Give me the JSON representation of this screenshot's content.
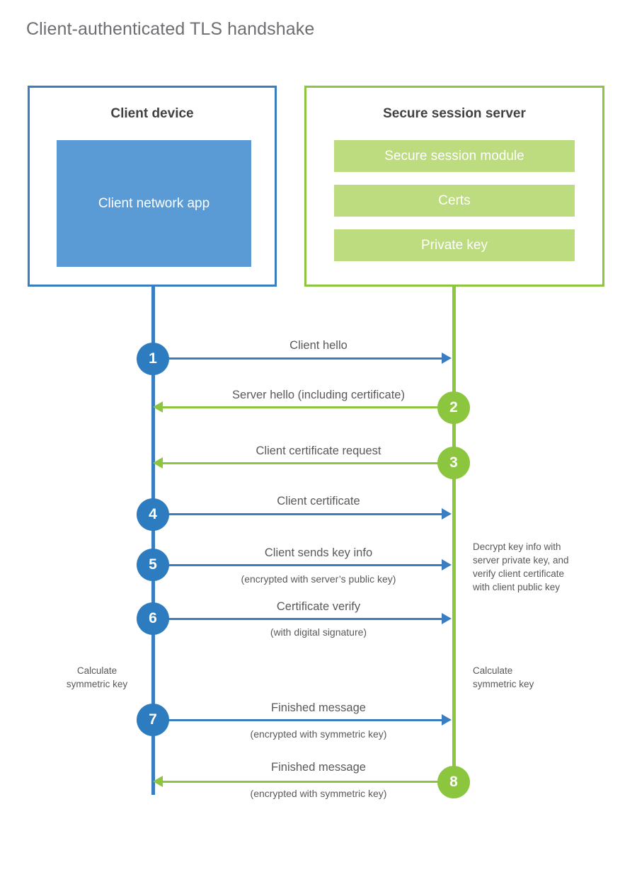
{
  "title": "Client-authenticated TLS handshake",
  "colors": {
    "client_blue": "#3a7dc0",
    "client_app_fill": "#5b9bd5",
    "server_green": "#8cc63f",
    "server_module_fill": "#bddb7f",
    "badge_blue": "#2e7cc0",
    "text_gray": "#58595b",
    "title_gray": "#6d6e71"
  },
  "client": {
    "title": "Client device",
    "app_label": "Client network\napp"
  },
  "server": {
    "title": "Secure session server",
    "modules": [
      {
        "label": "Secure session module"
      },
      {
        "label": "Certs"
      },
      {
        "label": "Private key"
      }
    ]
  },
  "notes": {
    "client_calculate": "Calculate\nsymmetric key",
    "server_calculate": "Calculate\nsymmetric key",
    "server_decrypt": "Decrypt key info with\nserver private key, and\nverify client certificate\nwith client public key"
  },
  "steps": [
    {
      "number": "1",
      "label": "Client hello",
      "sublabel": "",
      "direction": "client-to-server",
      "origin": "client"
    },
    {
      "number": "2",
      "label": "Server hello (including certificate)",
      "sublabel": "",
      "direction": "server-to-client",
      "origin": "server"
    },
    {
      "number": "3",
      "label": "Client certificate request",
      "sublabel": "",
      "direction": "server-to-client",
      "origin": "server"
    },
    {
      "number": "4",
      "label": "Client certificate",
      "sublabel": "",
      "direction": "client-to-server",
      "origin": "client"
    },
    {
      "number": "5",
      "label": "Client sends key info",
      "sublabel": "(encrypted with server’s public key)",
      "direction": "client-to-server",
      "origin": "client"
    },
    {
      "number": "6",
      "label": "Certificate verify",
      "sublabel": "(with digital signature)",
      "direction": "client-to-server",
      "origin": "client"
    },
    {
      "number": "7",
      "label": "Finished message",
      "sublabel": "(encrypted with symmetric key)",
      "direction": "client-to-server",
      "origin": "client"
    },
    {
      "number": "8",
      "label": "Finished message",
      "sublabel": "(encrypted with symmetric key)",
      "direction": "server-to-client",
      "origin": "server"
    }
  ]
}
